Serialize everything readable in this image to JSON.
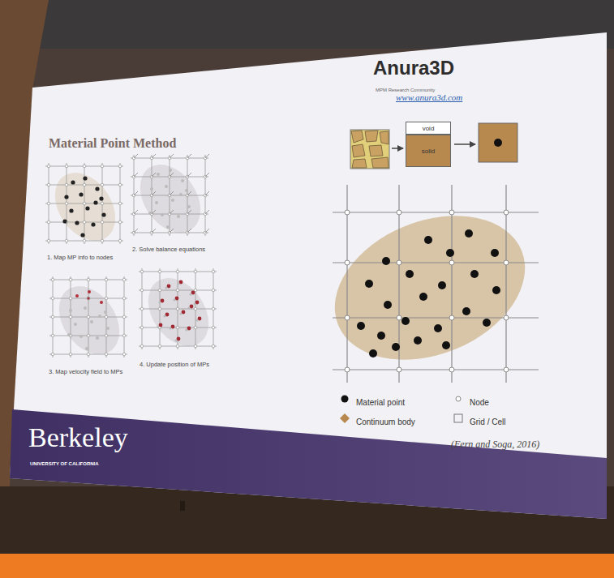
{
  "diagram": {
    "title": "Material Point Method",
    "nodes": [
      {
        "text": [
          "void"
        ]
      },
      {
        "text": [
          "solid"
        ]
      }
    ],
    "labels": [
      "Anura3D",
      "MPM Research Community",
      "www.anura3d.com",
      "1. Map MP info to nodes",
      "2. Solve balance equations",
      "3. Map velocity field to MPs",
      "4. Update position of MPs",
      "Berkeley",
      "UNIVERSITY OF CALIFORNIA",
      "(Fern and Soga, 2016)"
    ],
    "legend": [
      {
        "text": "Material point"
      },
      {
        "text": "Node"
      },
      {
        "text": "Continuum body"
      },
      {
        "text": "Grid / Cell"
      }
    ]
  }
}
